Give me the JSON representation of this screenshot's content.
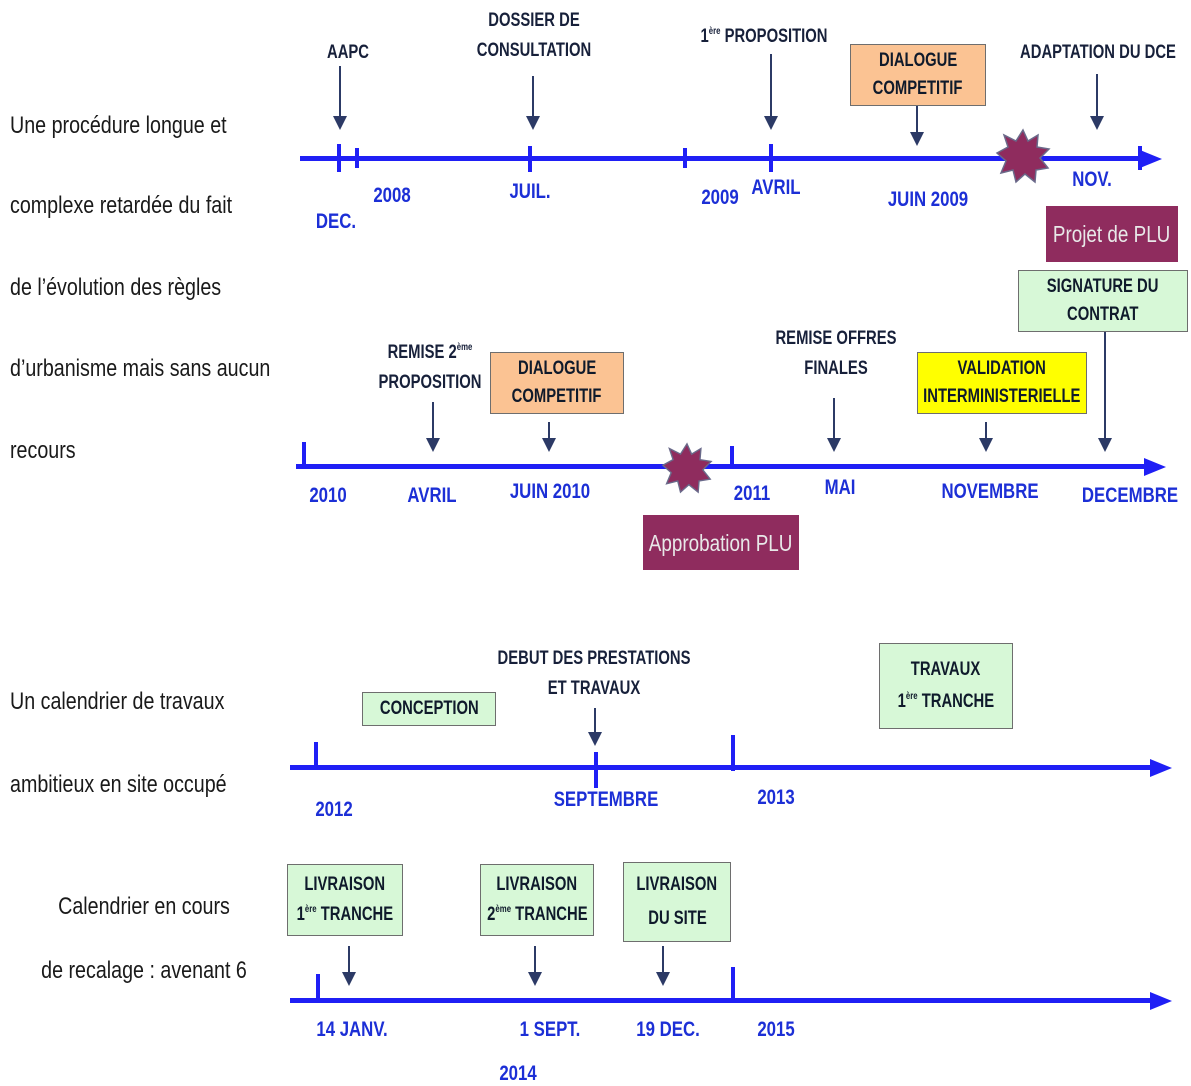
{
  "side_text": {
    "block1": [
      "Une procédure longue et",
      "complexe retardée du fait",
      "de l’évolution des règles",
      "d’urbanisme mais sans aucun",
      "recours"
    ],
    "block2": [
      "Un calendrier de travaux",
      "ambitieux en site occupé"
    ],
    "block3": [
      "Calendrier en cours",
      "de recalage : avenant 6"
    ]
  },
  "timeline1": {
    "notes": {
      "aapc": "AAPC",
      "dossier_l1": "DOSSIER DE",
      "dossier_l2": "CONSULTATION",
      "prop_num": "1",
      "prop_sup": "ère",
      "prop_text": " PROPOSITION",
      "adaptation": "ADAPTATION DU DCE"
    },
    "box_dialogue": [
      "DIALOGUE",
      "COMPETITIF"
    ],
    "labels": {
      "dec": "DEC.",
      "y2008": "2008",
      "juil": "JUIL.",
      "y2009": "2009",
      "avril": "AVRIL",
      "juin2009": "JUIN 2009",
      "nov": "NOV."
    },
    "box_plu": "Projet de PLU"
  },
  "timeline2": {
    "notes": {
      "remise_l1": "REMISE 2",
      "remise_sup": "ème",
      "remise_l2": "PROPOSITION",
      "offres_l1": "REMISE OFFRES",
      "offres_l2": "FINALES"
    },
    "box_dialogue": [
      "DIALOGUE",
      "COMPETITIF"
    ],
    "box_validation": [
      "VALIDATION",
      "INTERMINISTERIELLE"
    ],
    "box_signature": [
      "SIGNATURE DU",
      "CONTRAT"
    ],
    "labels": {
      "y2010": "2010",
      "avril": "AVRIL",
      "juin2010": "JUIN 2010",
      "y2011": "2011",
      "mai": "MAI",
      "novembre": "NOVEMBRE",
      "decembre": "DECEMBRE"
    },
    "box_approbation": "Approbation PLU"
  },
  "timeline3": {
    "box_conception": "CONCEPTION",
    "debut_l1": "DEBUT DES PRESTATIONS",
    "debut_l2": "ET TRAVAUX",
    "box_travaux_l1": "TRAVAUX",
    "box_travaux_num": "1",
    "box_travaux_sup": "ère",
    "box_travaux_text": " TRANCHE",
    "labels": {
      "y2012": "2012",
      "septembre": "SEPTEMBRE",
      "y2013": "2013"
    }
  },
  "timeline4": {
    "box_liv1_l1": "LIVRAISON",
    "box_liv1_num": "1",
    "box_liv1_sup": "ère",
    "box_liv1_text": " TRANCHE",
    "box_liv2_l1": "LIVRAISON",
    "box_liv2_num": "2",
    "box_liv2_sup": "ème",
    "box_liv2_text": "  TRANCHE",
    "box_liv3": [
      "LIVRAISON",
      "DU SITE"
    ],
    "labels": {
      "jan": "14 JANV.",
      "sept": "1 SEPT.",
      "dec": "19 DEC.",
      "y2015": "2015",
      "y2014": "2014"
    }
  },
  "colors": {
    "timeline": "#1f1ff5",
    "orange_box": "#fbc393",
    "green_box": "#d7f8d7",
    "yellow_box": "#ffff00",
    "purple_box": "#8f2c5e",
    "label_blue": "#1c2fd6"
  }
}
